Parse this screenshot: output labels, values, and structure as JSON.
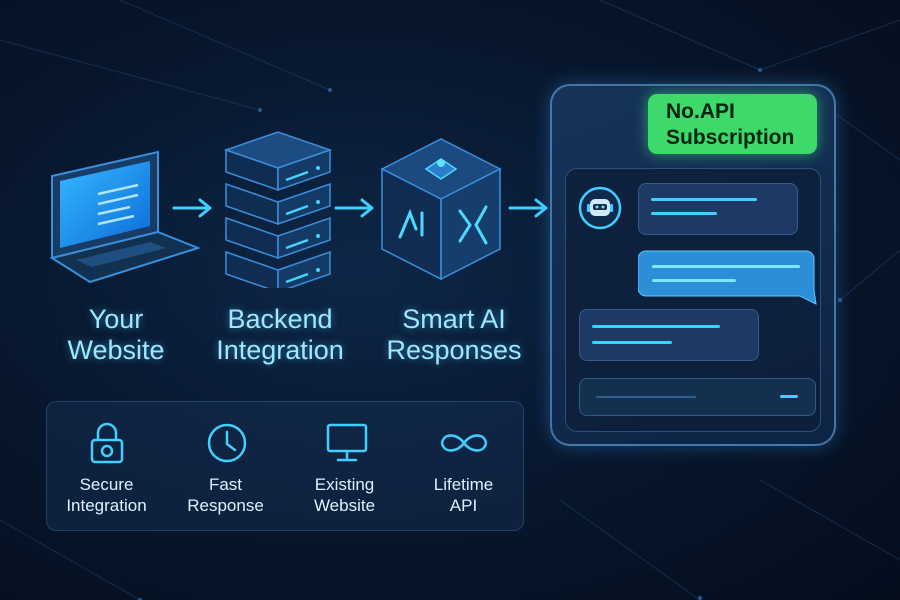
{
  "flow": {
    "steps": [
      {
        "line1": "Your",
        "line2": "Website",
        "icon": "laptop-icon"
      },
      {
        "line1": "Backend",
        "line2": "Integration",
        "icon": "server-stack-icon"
      },
      {
        "line1": "Smart AI",
        "line2": "Responses",
        "icon": "ai-cube-icon"
      }
    ]
  },
  "features": [
    {
      "line1": "Secure",
      "line2": "Integration",
      "icon": "padlock-icon"
    },
    {
      "line1": "Fast",
      "line2": "Response",
      "icon": "clock-icon"
    },
    {
      "line1": "Existing",
      "line2": "Website",
      "icon": "monitor-icon"
    },
    {
      "line1": "Lifetime",
      "line2": "API",
      "icon": "infinity-icon"
    }
  ],
  "phone": {
    "badge": {
      "line1": "No.API",
      "line2": "Subscription"
    }
  },
  "colors": {
    "accent": "#3fd0ff",
    "badge": "#3dd96a",
    "background": "#08182f"
  }
}
